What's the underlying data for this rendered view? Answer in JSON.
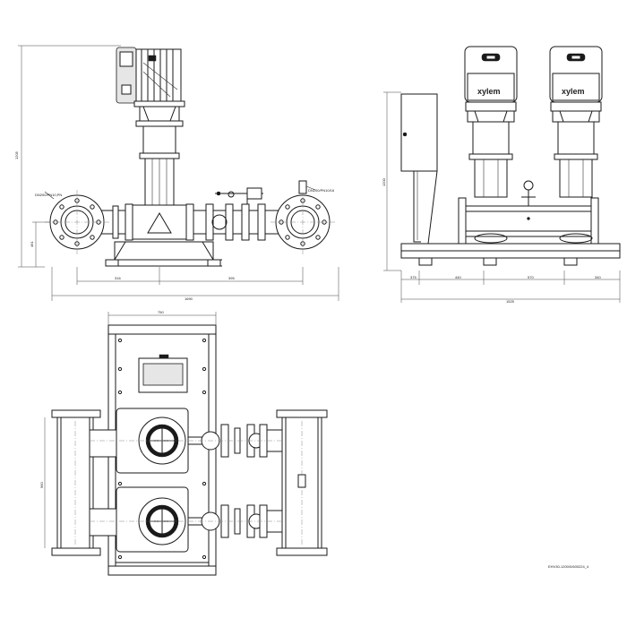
{
  "front_view": {
    "labels": {
      "suction_connection": "DN200/PN10,PN",
      "discharge_connection": "DN200/PN10/16"
    },
    "dimensions": {
      "total_height": "1205",
      "pipe_height": "461",
      "left_offset": "316",
      "right_offset": "395",
      "total_length": "1690"
    }
  },
  "side_view": {
    "brand": "xylem",
    "dimensions": {
      "height": "1200",
      "seg_1": "375",
      "seg_2": "440",
      "seg_3": "570",
      "seg_4": "340",
      "total_length": "1525"
    }
  },
  "top_view": {
    "dimensions": {
      "width": "750",
      "depth": "960"
    }
  },
  "drawing_number": "EHV30-1200/0/600224_4"
}
